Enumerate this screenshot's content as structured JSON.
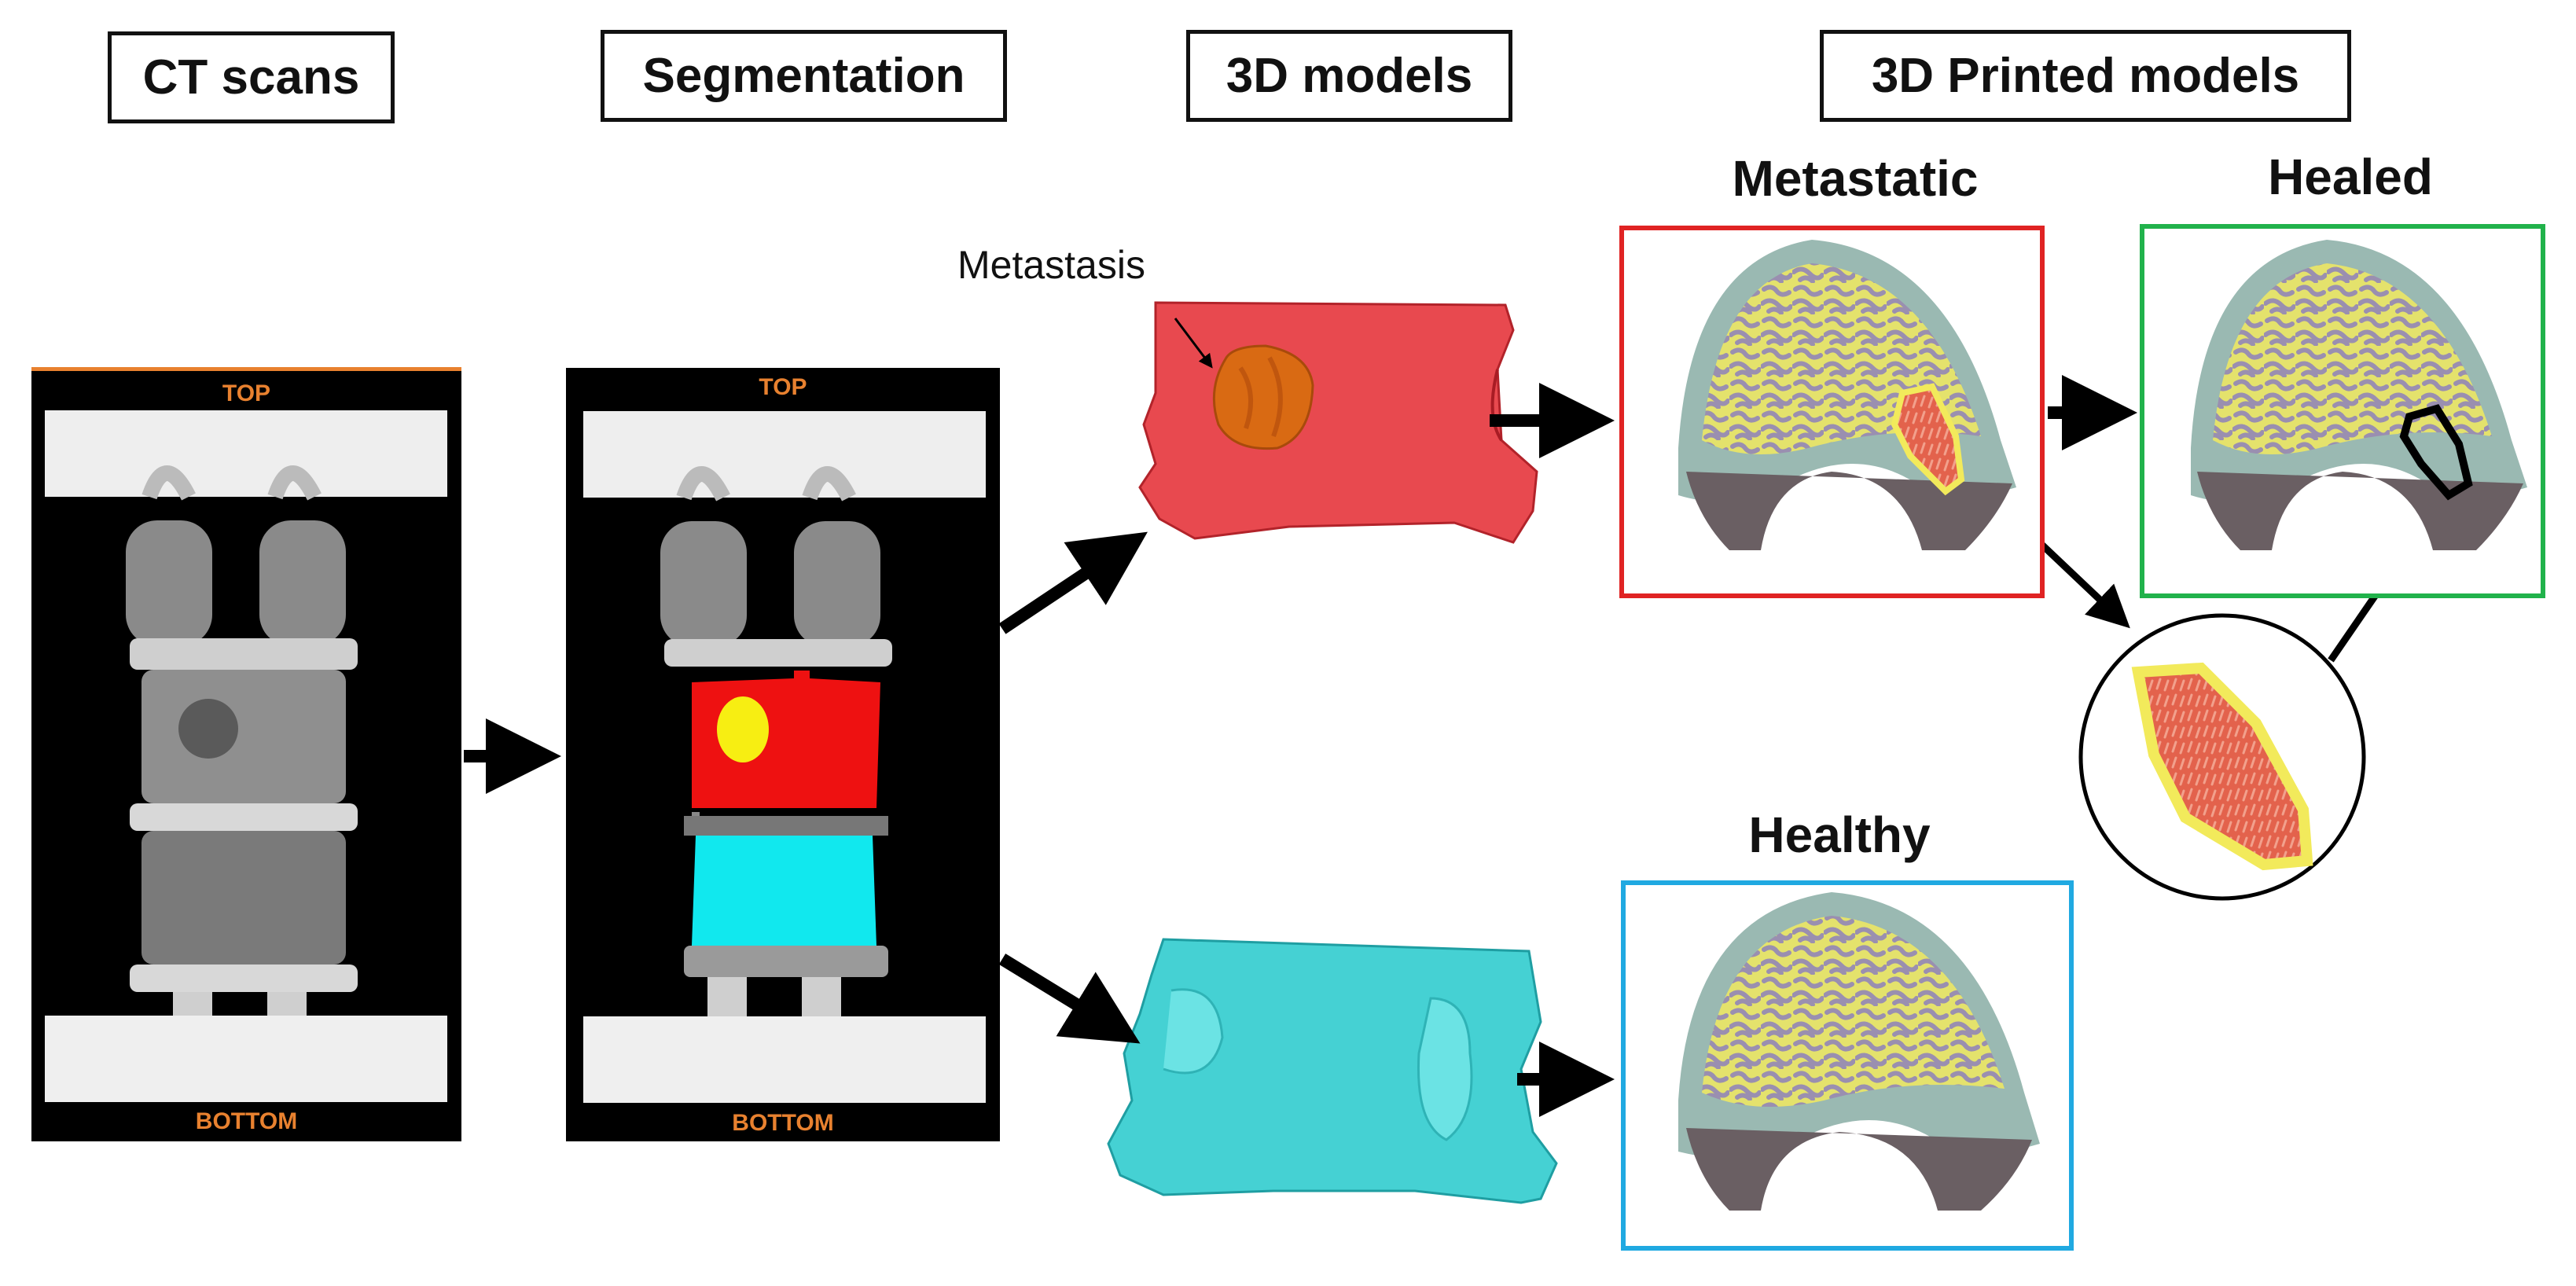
{
  "headers": {
    "ct_scans": "CT scans",
    "segmentation": "Segmentation",
    "models_3d": "3D models",
    "printed_models": "3D Printed models"
  },
  "ct_panel": {
    "top_label": "TOP",
    "bottom_label": "BOTTOM"
  },
  "seg_panel": {
    "top_label": "TOP",
    "bottom_label": "BOTTOM"
  },
  "annotations": {
    "metastasis": "Metastasis"
  },
  "printed": {
    "metastatic": "Metastatic",
    "healed": "Healed",
    "healthy": "Healthy"
  },
  "colors": {
    "label_orange": "#e8812f",
    "segment_red": "#ee1111",
    "segment_cyan": "#11e8ee",
    "tumor_yellow": "#f7ee12",
    "metastatic_frame": "#e02323",
    "healed_frame": "#21b24b",
    "healthy_frame": "#20a9e1"
  }
}
